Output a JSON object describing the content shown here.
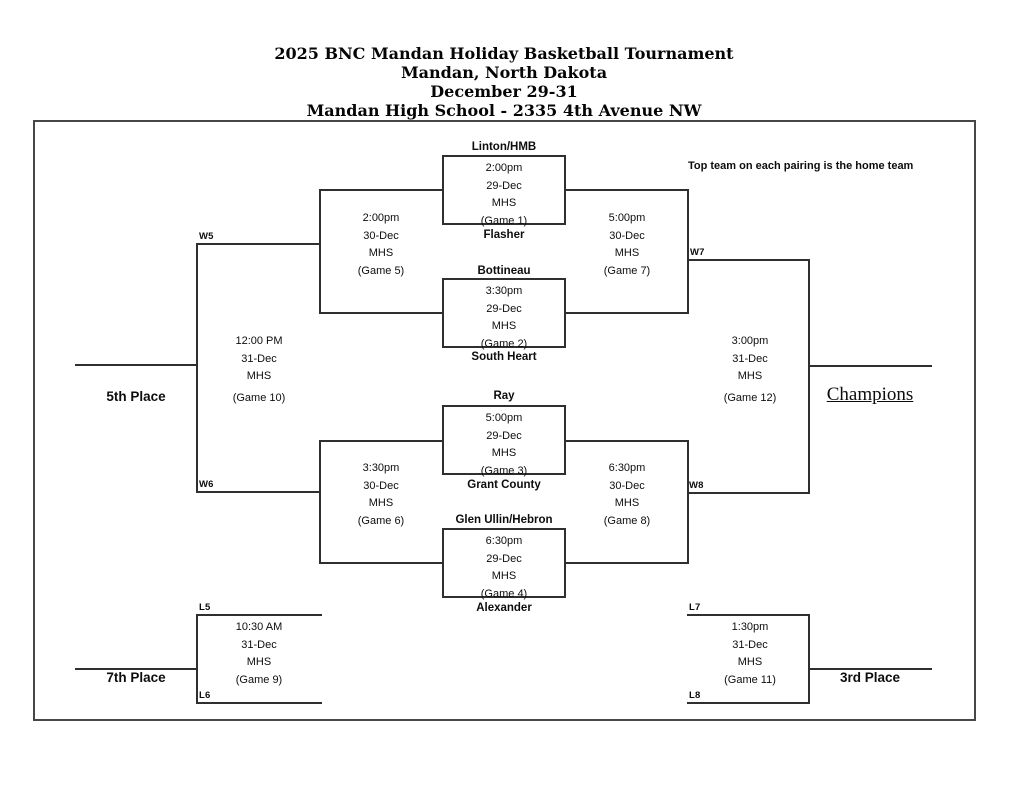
{
  "title": {
    "line1": "2025 BNC Mandan Holiday Basketball Tournament",
    "line2": "Mandan, North Dakota",
    "line3": "December 29-31",
    "line4": "Mandan High School - 2335 4th Avenue NW"
  },
  "note": "Top team on each pairing is the home team",
  "games": {
    "game1": {
      "top_team": "Linton/HMB",
      "bottom_team": "Flasher",
      "time": "2:00pm",
      "date": "29-Dec",
      "site": "MHS",
      "label": "(Game 1)"
    },
    "game2": {
      "top_team": "Bottineau",
      "bottom_team": "South Heart",
      "time": "3:30pm",
      "date": "29-Dec",
      "site": "MHS",
      "label": "(Game 2)"
    },
    "game3": {
      "top_team": "Ray",
      "bottom_team": "Grant County",
      "time": "5:00pm",
      "date": "29-Dec",
      "site": "MHS",
      "label": "(Game 3)"
    },
    "game4": {
      "top_team": "Glen Ullin/Hebron",
      "bottom_team": "Alexander",
      "time": "6:30pm",
      "date": "29-Dec",
      "site": "MHS",
      "label": "(Game 4)"
    },
    "game5": {
      "time": "2:00pm",
      "date": "30-Dec",
      "site": "MHS",
      "label": "(Game 5)"
    },
    "game6": {
      "time": "3:30pm",
      "date": "30-Dec",
      "site": "MHS",
      "label": "(Game 6)"
    },
    "game7": {
      "time": "5:00pm",
      "date": "30-Dec",
      "site": "MHS",
      "label": "(Game 7)"
    },
    "game8": {
      "time": "6:30pm",
      "date": "30-Dec",
      "site": "MHS",
      "label": "(Game 8)"
    },
    "game9": {
      "time": "10:30 AM",
      "date": "31-Dec",
      "site": "MHS",
      "label": "(Game 9)"
    },
    "game10": {
      "time": "12:00 PM",
      "date": "31-Dec",
      "site": "MHS",
      "label": "(Game 10)"
    },
    "game11": {
      "time": "1:30pm",
      "date": "31-Dec",
      "site": "MHS",
      "label": "(Game 11)"
    },
    "game12": {
      "time": "3:00pm",
      "date": "31-Dec",
      "site": "MHS",
      "label": "(Game 12)"
    }
  },
  "slots": {
    "w5": "W5",
    "w6": "W6",
    "w7": "W7",
    "w8": "W8",
    "l5": "L5",
    "l6": "L6",
    "l7": "L7",
    "l8": "L8"
  },
  "places": {
    "fifth": "5th Place",
    "seventh": "7th Place",
    "third": "3rd Place",
    "champion": "Champions"
  },
  "colors": {
    "paper": "#ffffff",
    "ink": "#0d0d0d",
    "line": "#2f2f2f",
    "frame": "#474747"
  }
}
